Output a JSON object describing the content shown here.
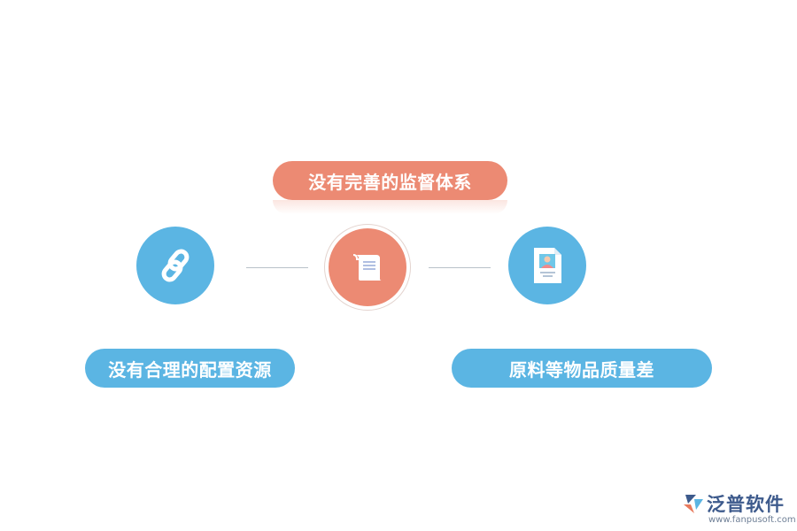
{
  "diagram": {
    "top_label": "没有完善的监督体系",
    "left_label": "没有合理的配置资源",
    "right_label": "原料等物品质量差",
    "icons": {
      "left": "chain-link-icon",
      "center": "scroll-document-icon",
      "right": "profile-document-icon"
    }
  },
  "colors": {
    "accent_orange": "#ec8a73",
    "accent_blue": "#5bb5e3"
  },
  "logo": {
    "name": "泛普软件",
    "url": "www.fanpusoft.com"
  }
}
